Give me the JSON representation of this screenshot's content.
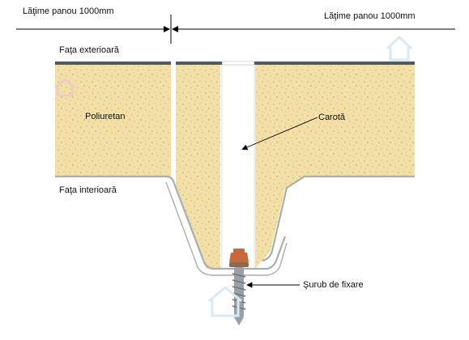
{
  "labels": {
    "width_left": "Lăţime panou 1000mm",
    "width_right": "Lăţime panou 1000mm",
    "outer_face": "Faţa exterioară",
    "inner_face": "Faţa interioară",
    "foam": "Poliuretan",
    "core": "Carotă",
    "screw": "Şurub de fixare"
  },
  "colors": {
    "foam": "#f2e0a6",
    "foam_speckle": "#d2b878",
    "core": "#ffffff",
    "sheet_outer": "#505a66",
    "sheet_inner": "#a9aeb3",
    "screw_head": "#c8683c",
    "screw_shaft": "#9aa0a6",
    "dimension_line": "#000000",
    "watermark": "#d8e9f4"
  },
  "icons": [
    "house-watermark-icon",
    "screw-icon"
  ]
}
